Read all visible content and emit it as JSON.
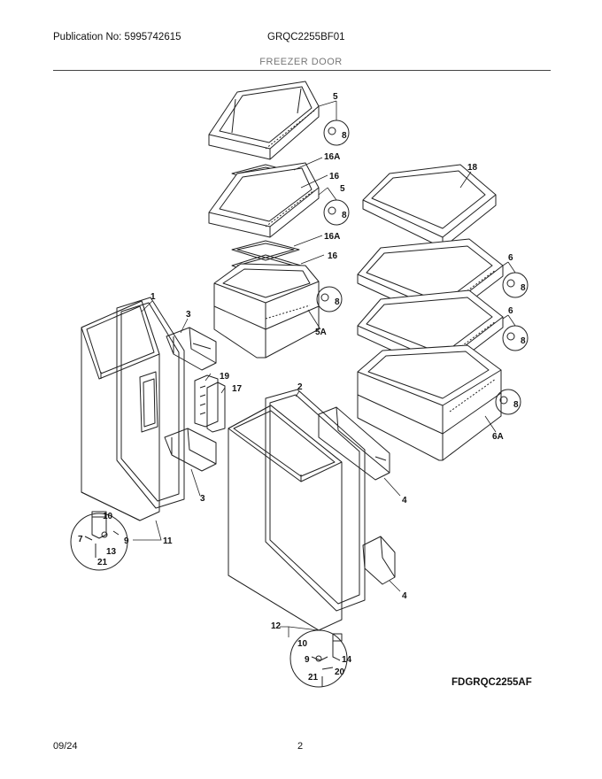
{
  "header": {
    "publication": "Publication No: 5995742615",
    "model": "GRQC2255BF01",
    "section": "FREEZER DOOR"
  },
  "footer": {
    "date": "09/24",
    "page": "2"
  },
  "drawing_code": "FDGRQC2255AF",
  "callouts": {
    "c1": "1",
    "c2": "2",
    "c3a": "3",
    "c3b": "3",
    "c4a": "4",
    "c4b": "4",
    "c5a": "5",
    "c5b": "5",
    "c5A": "5A",
    "c6a": "6",
    "c6b": "6",
    "c6A": "6A",
    "c7": "7",
    "c8a": "8",
    "c8b": "8",
    "c8c": "8",
    "c8d": "8",
    "c8e": "8",
    "c8f": "8",
    "c9a": "9",
    "c9b": "9",
    "c10a": "10",
    "c10b": "10",
    "c11": "11",
    "c12": "12",
    "c13": "13",
    "c14": "14",
    "c16a": "16",
    "c16b": "16",
    "c16Aa": "16A",
    "c16Ab": "16A",
    "c17": "17",
    "c18": "18",
    "c19": "19",
    "c20": "20",
    "c21a": "21",
    "c21b": "21"
  }
}
